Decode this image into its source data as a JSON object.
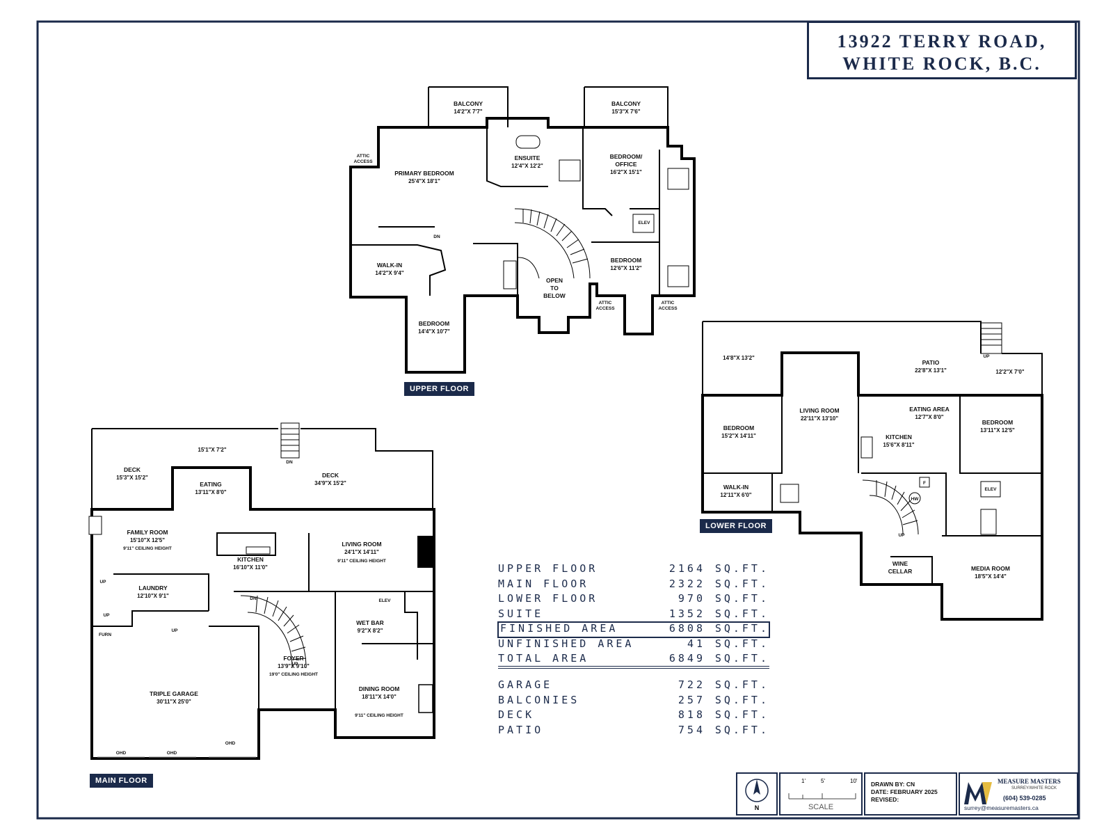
{
  "title": {
    "line1": "13922 TERRY ROAD,",
    "line2": "WHITE ROCK, B.C."
  },
  "floor_tags": {
    "upper": "UPPER FLOOR",
    "main": "MAIN FLOOR",
    "lower": "LOWER FLOOR"
  },
  "upper_floor": {
    "balcony_1": {
      "name": "BALCONY",
      "dims": "14'2\"X 7'7\""
    },
    "balcony_2": {
      "name": "BALCONY",
      "dims": "15'3\"X 7'6\""
    },
    "ensuite": {
      "name": "ENSUITE",
      "dims": "12'4\"X 12'2\""
    },
    "bedroom_office": {
      "name1": "BEDROOM/",
      "name2": "OFFICE",
      "dims": "16'2\"X 15'1\""
    },
    "primary_bedroom": {
      "name": "PRIMARY BEDROOM",
      "dims": "25'4\"X 18'1\""
    },
    "walk_in": {
      "name": "WALK-IN",
      "dims": "14'2\"X 9'4\""
    },
    "bedroom_a": {
      "name": "BEDROOM",
      "dims": "12'6\"X 11'2\""
    },
    "bedroom_b": {
      "name": "BEDROOM",
      "dims": "14'4\"X 10'7\""
    },
    "open_to_below": {
      "l1": "OPEN",
      "l2": "TO",
      "l3": "BELOW"
    },
    "attic_access": {
      "l1": "ATTIC",
      "l2": "ACCESS"
    },
    "elev": "ELEV",
    "dn": "DN"
  },
  "main_floor": {
    "deck_top_dims": "15'1\"X 7'2\"",
    "deck_left": {
      "name": "DECK",
      "dims": "15'3\"X 15'2\""
    },
    "deck_right": {
      "name": "DECK",
      "dims": "34'9\"X 15'2\""
    },
    "eating": {
      "name": "EATING",
      "dims": "13'11\"X 8'0\""
    },
    "family_room": {
      "name": "FAMILY ROOM",
      "dims": "15'10\"X 12'5\"",
      "ceiling": "9'11\" CEILING HEIGHT"
    },
    "kitchen": {
      "name": "KITCHEN",
      "dims": "16'10\"X 11'0\""
    },
    "living_room": {
      "name": "LIVING ROOM",
      "dims": "24'1\"X 14'11\"",
      "ceiling": "9'11\" CEILING HEIGHT"
    },
    "laundry": {
      "name": "LAUNDRY",
      "dims": "12'10\"X 9'1\""
    },
    "wet_bar": {
      "name": "WET BAR",
      "dims": "9'2\"X 8'2\""
    },
    "foyer": {
      "name": "FOYER",
      "dims": "13'9\"X 9'10\"",
      "ceiling": "19'0\" CEILING HEIGHT"
    },
    "triple_garage": {
      "name": "TRIPLE GARAGE",
      "dims": "30'11\"X 25'0\""
    },
    "dining_room": {
      "name": "DINING ROOM",
      "dims": "18'11\"X 14'0\"",
      "ceiling": "9'11\" CEILING HEIGHT"
    },
    "furn": "FURN",
    "ohd": "OHD",
    "up": "UP",
    "dn": "DN",
    "elev": "ELEV"
  },
  "lower_floor": {
    "area_left_dims": "14'8\"X 13'2\"",
    "patio": {
      "name": "PATIO",
      "dims": "22'8\"X 13'1\""
    },
    "area_right_dims": "12'2\"X 7'0\"",
    "bedroom_left": {
      "name": "BEDROOM",
      "dims": "15'2\"X 14'11\""
    },
    "living_room": {
      "name": "LIVING ROOM",
      "dims": "22'11\"X 13'10\""
    },
    "eating_area": {
      "name": "EATING AREA",
      "dims": "12'7\"X 8'0\""
    },
    "kitchen": {
      "name": "KITCHEN",
      "dims": "15'6\"X 8'11\""
    },
    "bedroom_right": {
      "name": "BEDROOM",
      "dims": "13'11\"X 12'5\""
    },
    "walk_in": {
      "name": "WALK-IN",
      "dims": "12'11\"X 6'0\""
    },
    "wine_cellar": {
      "l1": "WINE",
      "l2": "CELLAR"
    },
    "media_room": {
      "name": "MEDIA ROOM",
      "dims": "18'5\"X 14'4\""
    },
    "hw": "HW",
    "f": "F",
    "up": "UP",
    "elev": "ELEV"
  },
  "areas": [
    {
      "name": "UPPER FLOOR",
      "value": "2164",
      "unit": "SQ.FT."
    },
    {
      "name": "MAIN FLOOR",
      "value": "2322",
      "unit": "SQ.FT."
    },
    {
      "name": "LOWER FLOOR",
      "value": "970",
      "unit": "SQ.FT."
    },
    {
      "name": "SUITE",
      "value": "1352",
      "unit": "SQ.FT."
    },
    {
      "name": "FINISHED AREA",
      "value": "6808",
      "unit": "SQ.FT."
    },
    {
      "name": "UNFINISHED AREA",
      "value": "41",
      "unit": "SQ.FT."
    },
    {
      "name": "TOTAL AREA",
      "value": "6849",
      "unit": "SQ.FT."
    },
    {
      "name": "GARAGE",
      "value": "722",
      "unit": "SQ.FT."
    },
    {
      "name": "BALCONIES",
      "value": "257",
      "unit": "SQ.FT."
    },
    {
      "name": "DECK",
      "value": "818",
      "unit": "SQ.FT."
    },
    {
      "name": "PATIO",
      "value": "754",
      "unit": "SQ.FT."
    }
  ],
  "footer": {
    "north": "N",
    "scale_ticks": [
      "1'",
      "5'",
      "10'"
    ],
    "scale_label": "SCALE",
    "drawn_by": "DRAWN BY: CN",
    "date": "DATE: FEBRUARY 2025",
    "revised": "REVISED:",
    "company": "MEASURE MASTERS",
    "company_loc": "SURREY/WHITE ROCK",
    "phone": "(604) 539-0285",
    "email": "surrey@measuremasters.ca"
  }
}
